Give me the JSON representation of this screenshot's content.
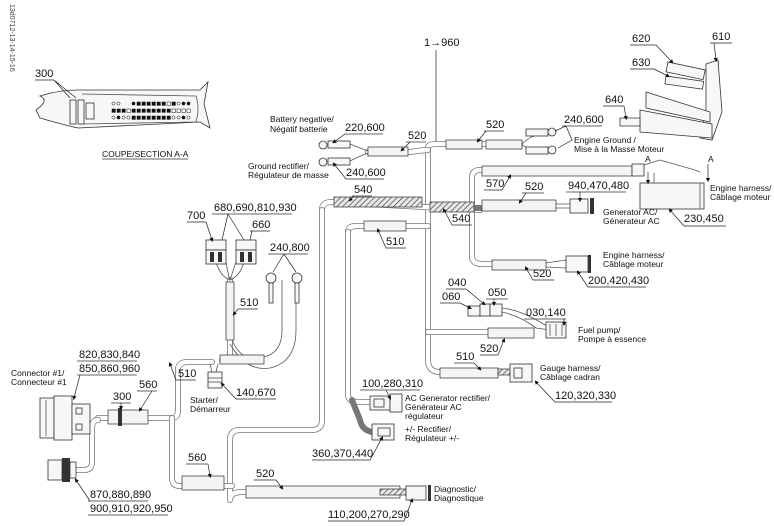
{
  "figure_id": "13d0712-13-14-15-16",
  "section": {
    "ref": "300",
    "caption": "COUPE/SECTION A-A"
  },
  "top_ref": "1→960",
  "components": {
    "battery_negative": {
      "label_en": "Battery negative/",
      "label_fr": "Négatif batterie",
      "ref": "220,600"
    },
    "ground_rectifier": {
      "label_en": "Ground rectifier/",
      "label_fr": "Régulateur de masse",
      "ref": "240,600"
    },
    "engine_ground": {
      "label_en": "Engine Ground /",
      "label_fr": "Mise à la Masse Moteur",
      "ref": "240,600"
    },
    "ecm_parts": {
      "ref_620": "620",
      "ref_610": "610",
      "ref_630": "630",
      "ref_640": "640",
      "section_a_left": "A",
      "section_a_right": "A"
    },
    "engine_harness_top": {
      "label_en": "Engine harness/",
      "label_fr": "Câblage moteur",
      "ref": "230,450"
    },
    "generator_ac": {
      "label_en": "Generator AC/",
      "label_fr": "Génerateur AC",
      "ref": "940,470,480"
    },
    "engine_harness_mid": {
      "label_en": "Engine harness/",
      "label_fr": "Câblage moteur",
      "ref": "200,420,430"
    },
    "fuel_pump": {
      "label_en": "Fuel pump/",
      "label_fr": "Pompe à essence",
      "ref": "030,140",
      "ref_040": "040",
      "ref_050": "050",
      "ref_060": "060"
    },
    "gauge_harness": {
      "label_en": "Gauge harness/",
      "label_fr": "Câblage cadran",
      "ref": "120,320,330"
    },
    "ac_rectifier": {
      "label_en": "AC Generator rectifier/",
      "label_fr1": "Générateur AC",
      "label_fr2": "régulateur",
      "ref": "100,280,310"
    },
    "pm_rectifier": {
      "label_en": "+/- Rectifier/",
      "label_fr": "Régulateur +/-",
      "ref": "360,370,440"
    },
    "diagnostic": {
      "label_en": "Diagnostic/",
      "label_fr": "Diagnostique",
      "ref": "110,200,270,290"
    },
    "starter": {
      "label_en": "Starter/",
      "label_fr": "Démarreur",
      "ref": "140,670"
    },
    "connector1": {
      "label_en": "Connector #1/",
      "label_fr": "Connecteur #1",
      "ref_a": "820,830,840",
      "ref_b": "850,860,960"
    },
    "connector2": {
      "ref_a": "870,880,890",
      "ref_b": "900,910,920,950"
    },
    "relays": {
      "ref_700": "700",
      "ref_660": "660",
      "ref_shared": "680,690,810,930"
    },
    "ring_terminals": {
      "ref": "240,800"
    }
  },
  "harness_refs": {
    "r520_a": "520",
    "r520_b": "520",
    "r520_c": "520",
    "r520_d": "520",
    "r520_e": "520",
    "r520_f": "520",
    "r540_a": "540",
    "r540_b": "540",
    "r510_a": "510",
    "r510_b": "510",
    "r510_c": "510",
    "r510_d": "510",
    "r560_a": "560",
    "r560_b": "560",
    "r570": "570",
    "r300": "300"
  }
}
